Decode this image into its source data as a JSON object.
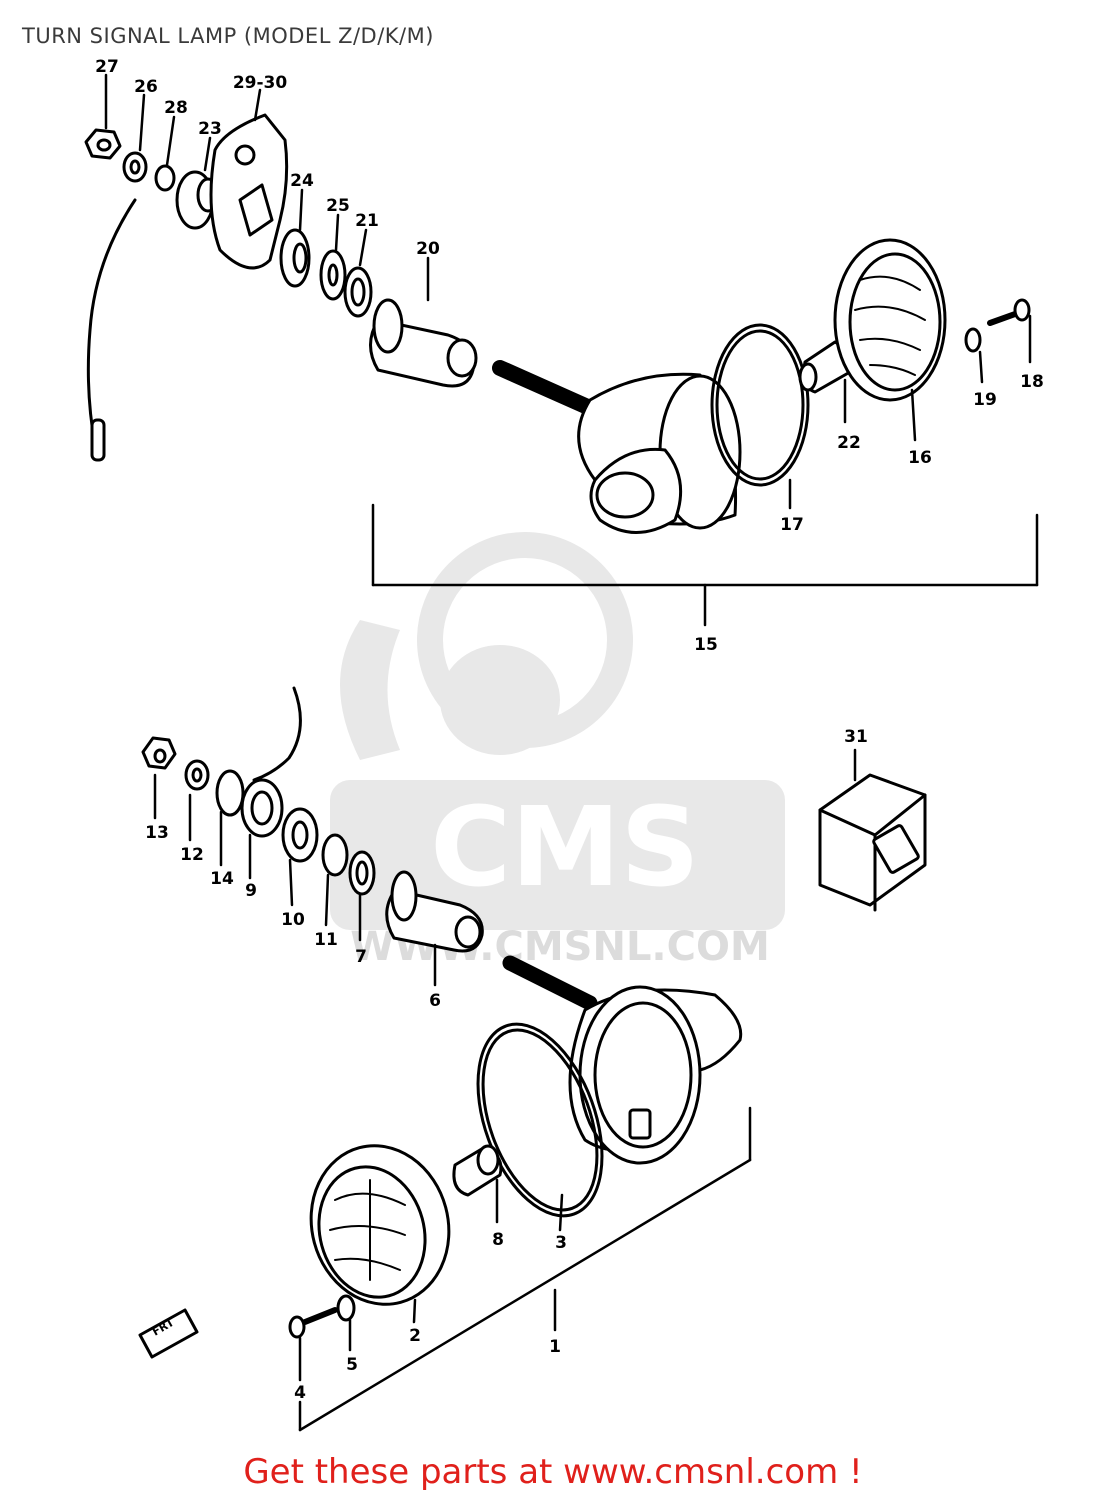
{
  "header": {
    "title": "TURN SIGNAL LAMP (MODEL Z/D/K/M)"
  },
  "footer": {
    "text": "Get these parts at www.cmsnl.com !",
    "color": "#e0201b"
  },
  "watermark": {
    "brand": "CMS",
    "url": "WWW.CMSNL.COM",
    "color": "#e6e6e6"
  },
  "callouts": [
    "1",
    "2",
    "3",
    "4",
    "5",
    "6",
    "7",
    "8",
    "9",
    "10",
    "11",
    "12",
    "13",
    "14",
    "15",
    "16",
    "17",
    "18",
    "19",
    "20",
    "21",
    "22",
    "23",
    "24",
    "25",
    "26",
    "27",
    "28",
    "29-30",
    "31"
  ],
  "stamp": {
    "text": "FRT"
  }
}
